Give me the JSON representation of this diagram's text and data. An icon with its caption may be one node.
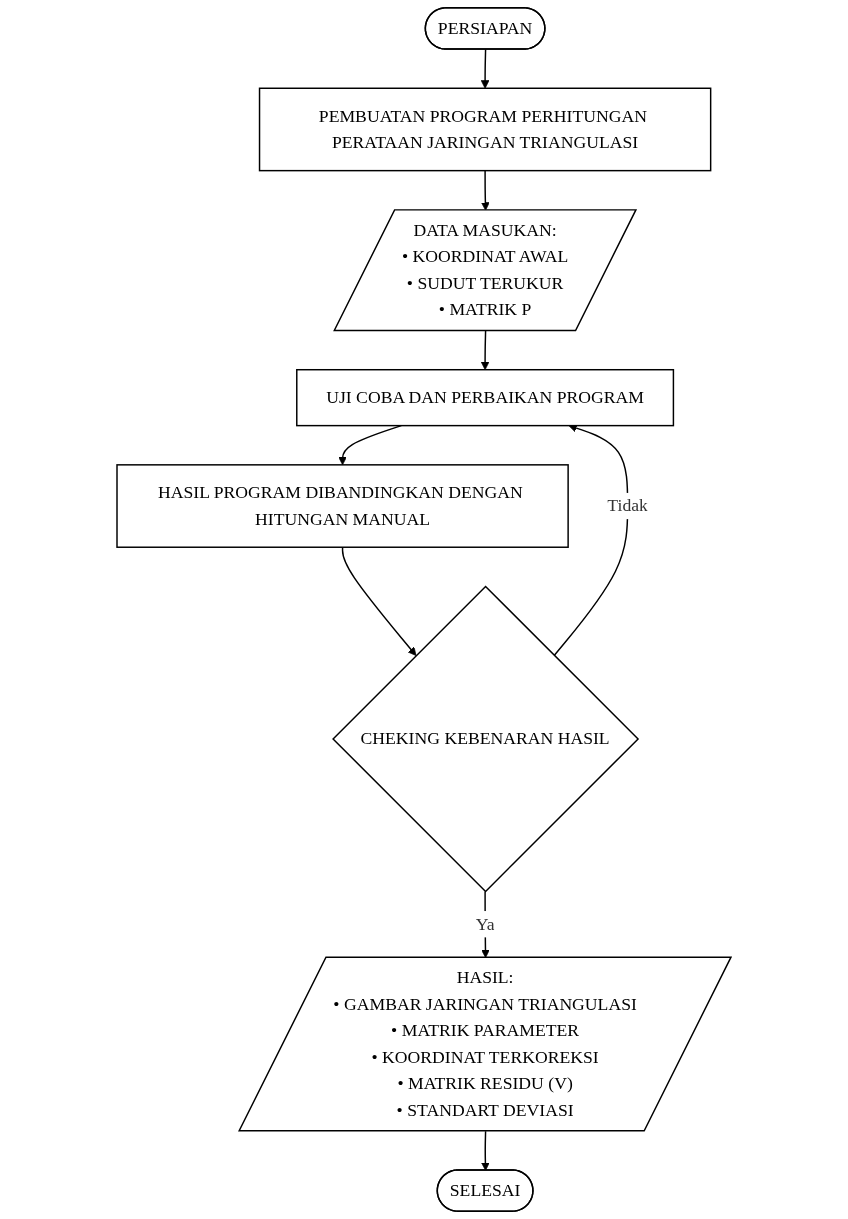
{
  "diagram": {
    "nodes": [
      {
        "text": [
          "PERSIAPAN"
        ]
      },
      {
        "text": [
          "PEMBUATAN PROGRAM PERHITUNGAN PERATAAN JARINGAN TRIANGULASI"
        ]
      },
      {
        "text": [
          "DATA MASUKAN:",
          "• KOORDINAT AWAL",
          "• SUDUT TERUKUR",
          "• MATRIK P"
        ]
      },
      {
        "text": [
          "UJI COBA DAN PERBAIKAN PROGRAM"
        ]
      },
      {
        "text": [
          "HASIL PROGRAM DIBANDINGKAN DENGAN HITUNGAN MANUAL"
        ]
      },
      {
        "text": [
          "CHEKING KEBENARAN HASIL"
        ]
      },
      {
        "text": [
          "HASIL:",
          "• GAMBAR JARINGAN TRIANGULASI",
          "• MATRIK PARAMETER",
          "• KOORDINAT TERKOREKSI",
          "• MATRIK RESIDU (V)",
          "• STANDART DEVIASI"
        ]
      },
      {
        "text": [
          "SELESAI"
        ]
      }
    ],
    "edges": [
      {
        "from": 0,
        "to": 1,
        "arrow": "to"
      },
      {
        "from": 1,
        "to": 2,
        "arrow": "to"
      },
      {
        "from": 2,
        "to": 3,
        "arrow": "to"
      },
      {
        "from": 3,
        "to": 4,
        "arrow": "to"
      },
      {
        "from": 4,
        "to": 5,
        "arrow": "to"
      },
      {
        "from": 5,
        "to": 6,
        "label": "Ya",
        "arrow": "to"
      },
      {
        "from": 5,
        "to": 3,
        "label": "Tidak",
        "arrow": "to"
      },
      {
        "from": 6,
        "to": 7,
        "arrow": "to"
      }
    ]
  }
}
